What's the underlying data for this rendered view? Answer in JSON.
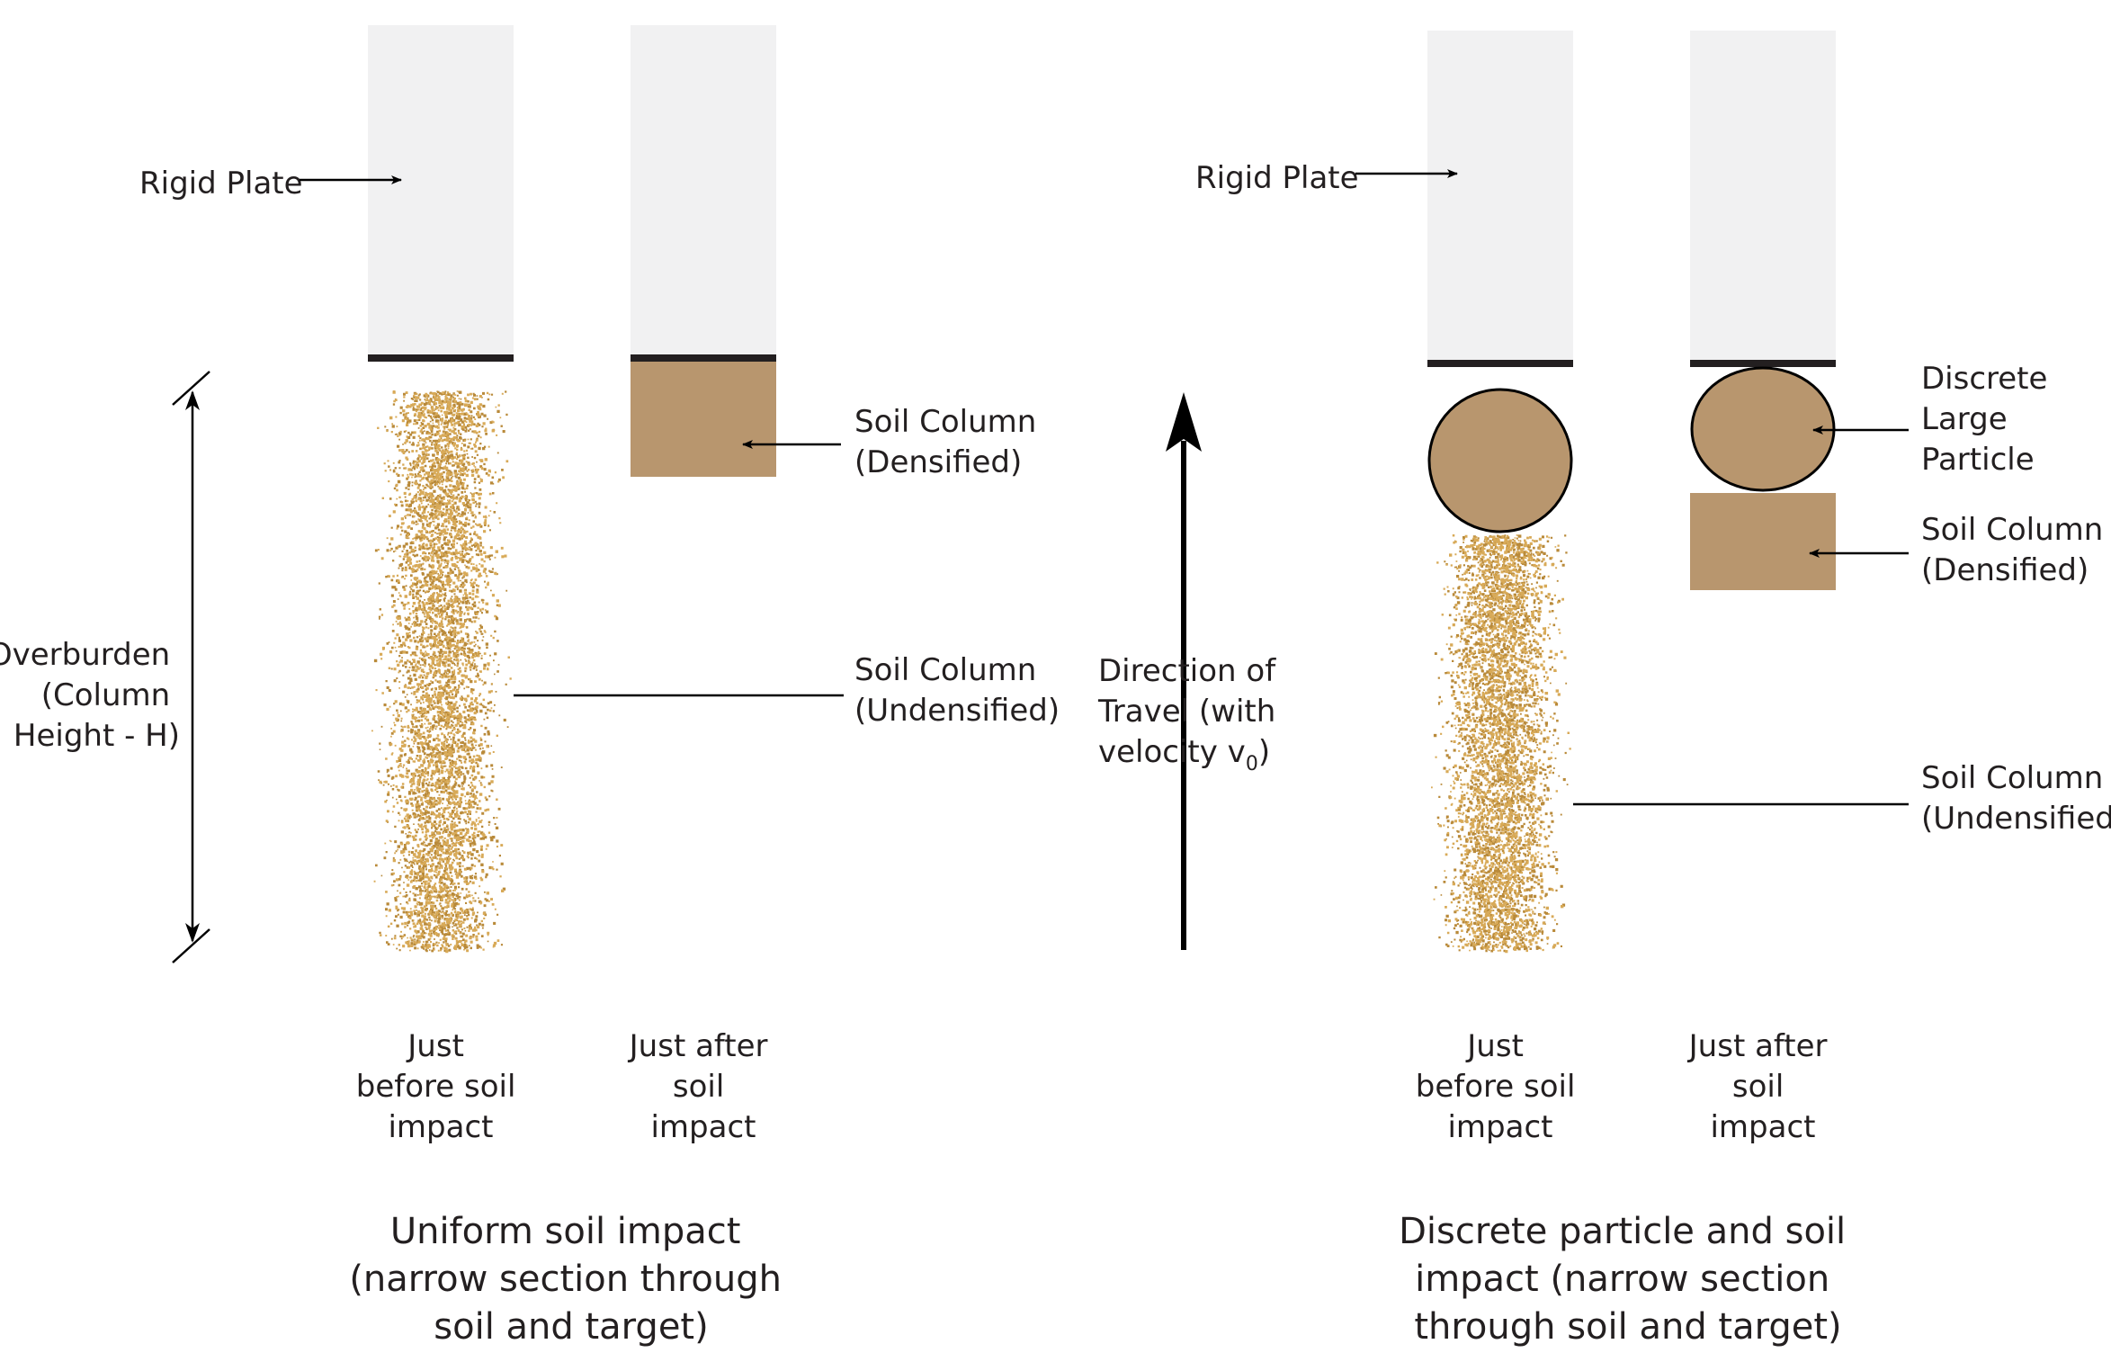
{
  "colors": {
    "plate": "#f1f1f2",
    "plate_edge": "#231f20",
    "densified_soil": "#b8966e",
    "loose_soil_dark": "#b98a3a",
    "loose_soil_light": "#d8aa58",
    "line": "#000000"
  },
  "left_panel": {
    "rigid_plate_label": "Rigid Plate",
    "overburden_label": [
      "Overburden",
      "(Column",
      "Height - H)"
    ],
    "densified_label": [
      "Soil Column",
      "(Densified)"
    ],
    "undensified_label": [
      "Soil Column",
      "(Undensified)"
    ],
    "before_label": [
      "Just",
      "before soil",
      "impact"
    ],
    "after_label": [
      "Just after",
      "soil",
      "impact"
    ],
    "caption": [
      "Uniform soil impact",
      "(narrow section through",
      "soil and target)"
    ]
  },
  "center": {
    "direction_label": [
      "Direction of",
      "Travel (with"
    ],
    "velocity_prefix": "velocity v",
    "velocity_subscript": "0",
    "velocity_suffix": ")"
  },
  "right_panel": {
    "rigid_plate_label": "Rigid Plate",
    "particle_label": [
      "Discrete",
      "Large",
      "Particle"
    ],
    "densified_label": [
      "Soil Column",
      "(Densified)"
    ],
    "undensified_label": [
      "Soil Column",
      "(Undensified)"
    ],
    "before_label": [
      "Just",
      "before soil",
      "impact"
    ],
    "after_label": [
      "Just after",
      "soil",
      "impact"
    ],
    "caption": [
      "Discrete particle and soil",
      "impact (narrow section",
      "through soil and target)"
    ]
  }
}
